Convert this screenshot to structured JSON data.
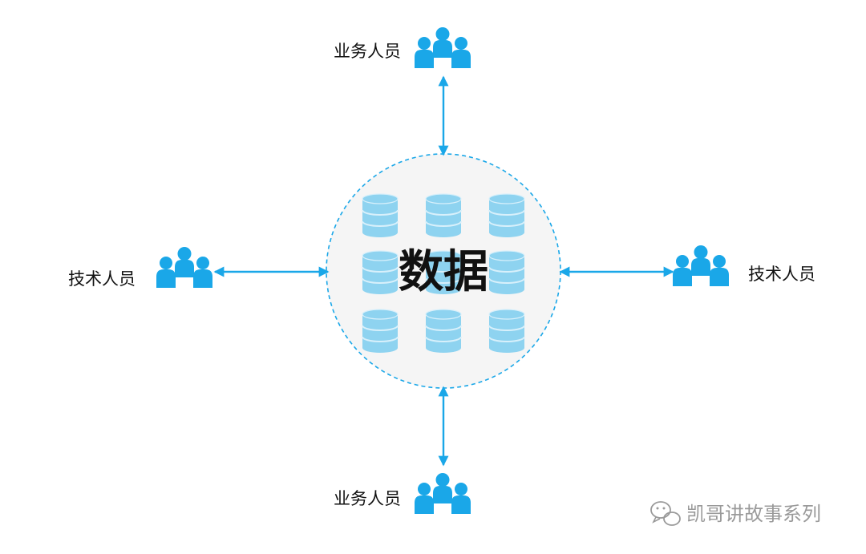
{
  "colors": {
    "accent": "#1aa7e8",
    "database": "#8ed3f0",
    "database_line": "#d8f0fb",
    "hub_fill": "#f5f5f5",
    "text": "#111111",
    "watermark": "#9a9a9a"
  },
  "hub": {
    "label": "数据",
    "database_count": 9,
    "icon": "database-icon"
  },
  "roles": {
    "top": {
      "label": "业务人员",
      "icon": "users-group-icon"
    },
    "bottom": {
      "label": "业务人员",
      "icon": "users-group-icon"
    },
    "left": {
      "label": "技术人员",
      "icon": "users-group-icon"
    },
    "right": {
      "label": "技术人员",
      "icon": "users-group-icon"
    }
  },
  "connections": [
    {
      "from": "top",
      "to": "hub",
      "direction": "bidirectional"
    },
    {
      "from": "bottom",
      "to": "hub",
      "direction": "bidirectional"
    },
    {
      "from": "left",
      "to": "hub",
      "direction": "bidirectional"
    },
    {
      "from": "right",
      "to": "hub",
      "direction": "bidirectional"
    }
  ],
  "watermark": {
    "text": "凯哥讲故事系列",
    "icon": "wechat-icon"
  }
}
